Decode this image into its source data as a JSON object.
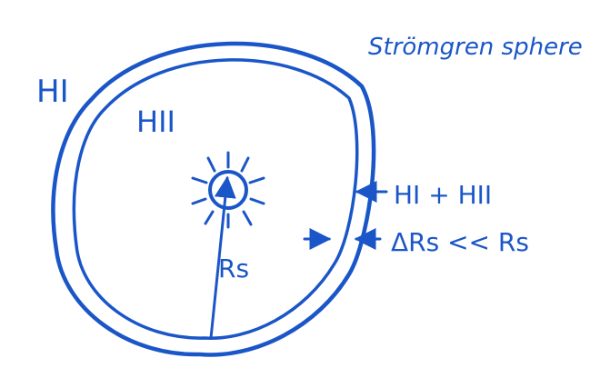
{
  "title": "Strömgren sphere",
  "regions": {
    "outer": "HI",
    "inner": "HII"
  },
  "shell_label": "HI + HII",
  "radius_label": "Rs",
  "thickness_relation": "ΔRs << Rs",
  "colors": {
    "ink": "#1a56c8",
    "background": "#ffffff"
  },
  "icons": {
    "central_star": "star-icon"
  }
}
